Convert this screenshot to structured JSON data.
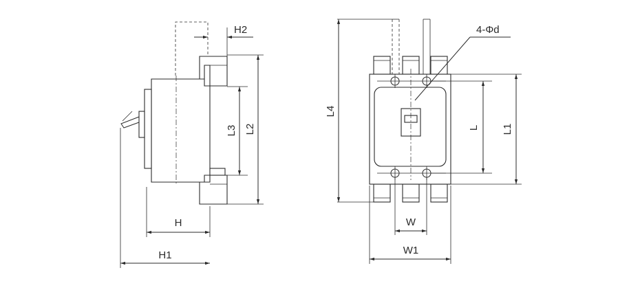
{
  "side_view": {
    "labels": {
      "h2": "H2",
      "l3": "L3",
      "l2": "L2",
      "h": "H",
      "h1": "H1"
    }
  },
  "front_view": {
    "labels": {
      "hole_spec": "4-Φd",
      "l4": "L4",
      "l": "L",
      "l1": "L1",
      "w": "W",
      "w1": "W1"
    }
  }
}
